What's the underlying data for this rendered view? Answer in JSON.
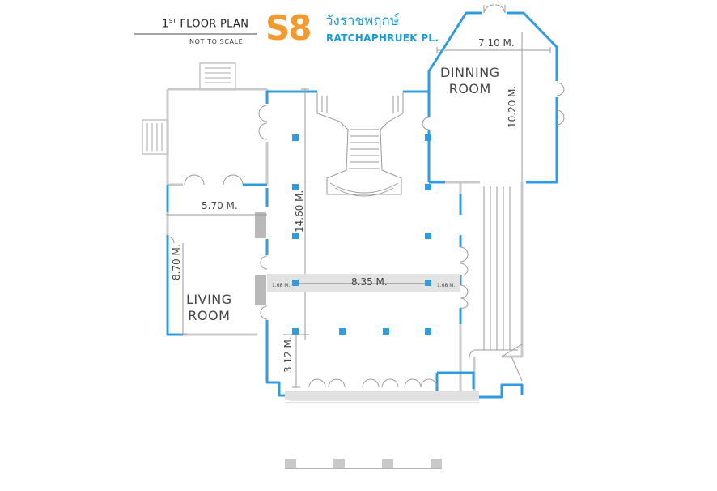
{
  "header": {
    "floor_number": "1",
    "floor_suffix": "ST",
    "floor_title": "FLOOR PLAN",
    "scale_note": "NOT TO SCALE",
    "code": "S8",
    "thai_name": "วังราชพฤกษ์",
    "english_name": "RATCHAPHRUEK PL."
  },
  "rooms": {
    "dining": [
      "DINNING",
      "ROOM"
    ],
    "living": [
      "LIVING",
      "ROOM"
    ]
  },
  "dimensions": {
    "dining_width": "7.10 M.",
    "dining_depth": "10.20 M.",
    "living_width": "5.70 M.",
    "living_depth": "8.70 M.",
    "hall_depth": "14.60 M.",
    "hall_width": "8.35 M.",
    "side_left": "1.68 M.",
    "side_right": "1.68 M.",
    "porch_depth": "3.12 M."
  },
  "colors": {
    "wall_outline": "#2f9be0",
    "column": "#2f9be0",
    "wall_gray": "#c9c9c9",
    "dim_line": "#9a9a9a",
    "accent_orange": "#f39a2e",
    "title_blue": "#1d9ad6"
  }
}
